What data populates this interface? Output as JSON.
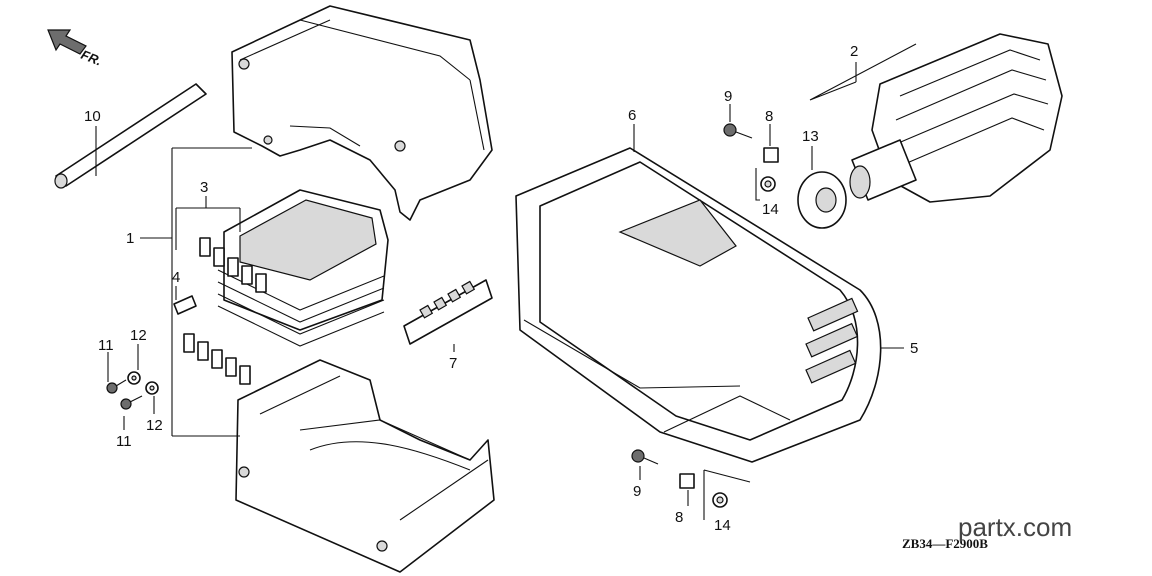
{
  "diagram": {
    "direction_label": "FR.",
    "drawing_code": "ZB34—F2900B",
    "watermark_text": "partx.com",
    "callouts": [
      "1",
      "2",
      "3",
      "4",
      "5",
      "6",
      "7",
      "8",
      "8",
      "9",
      "9",
      "10",
      "11",
      "11",
      "12",
      "12",
      "13",
      "14",
      "14"
    ]
  },
  "colors": {
    "line": "#111111",
    "shade": "#d9d9d9",
    "watermark": "#444444"
  }
}
